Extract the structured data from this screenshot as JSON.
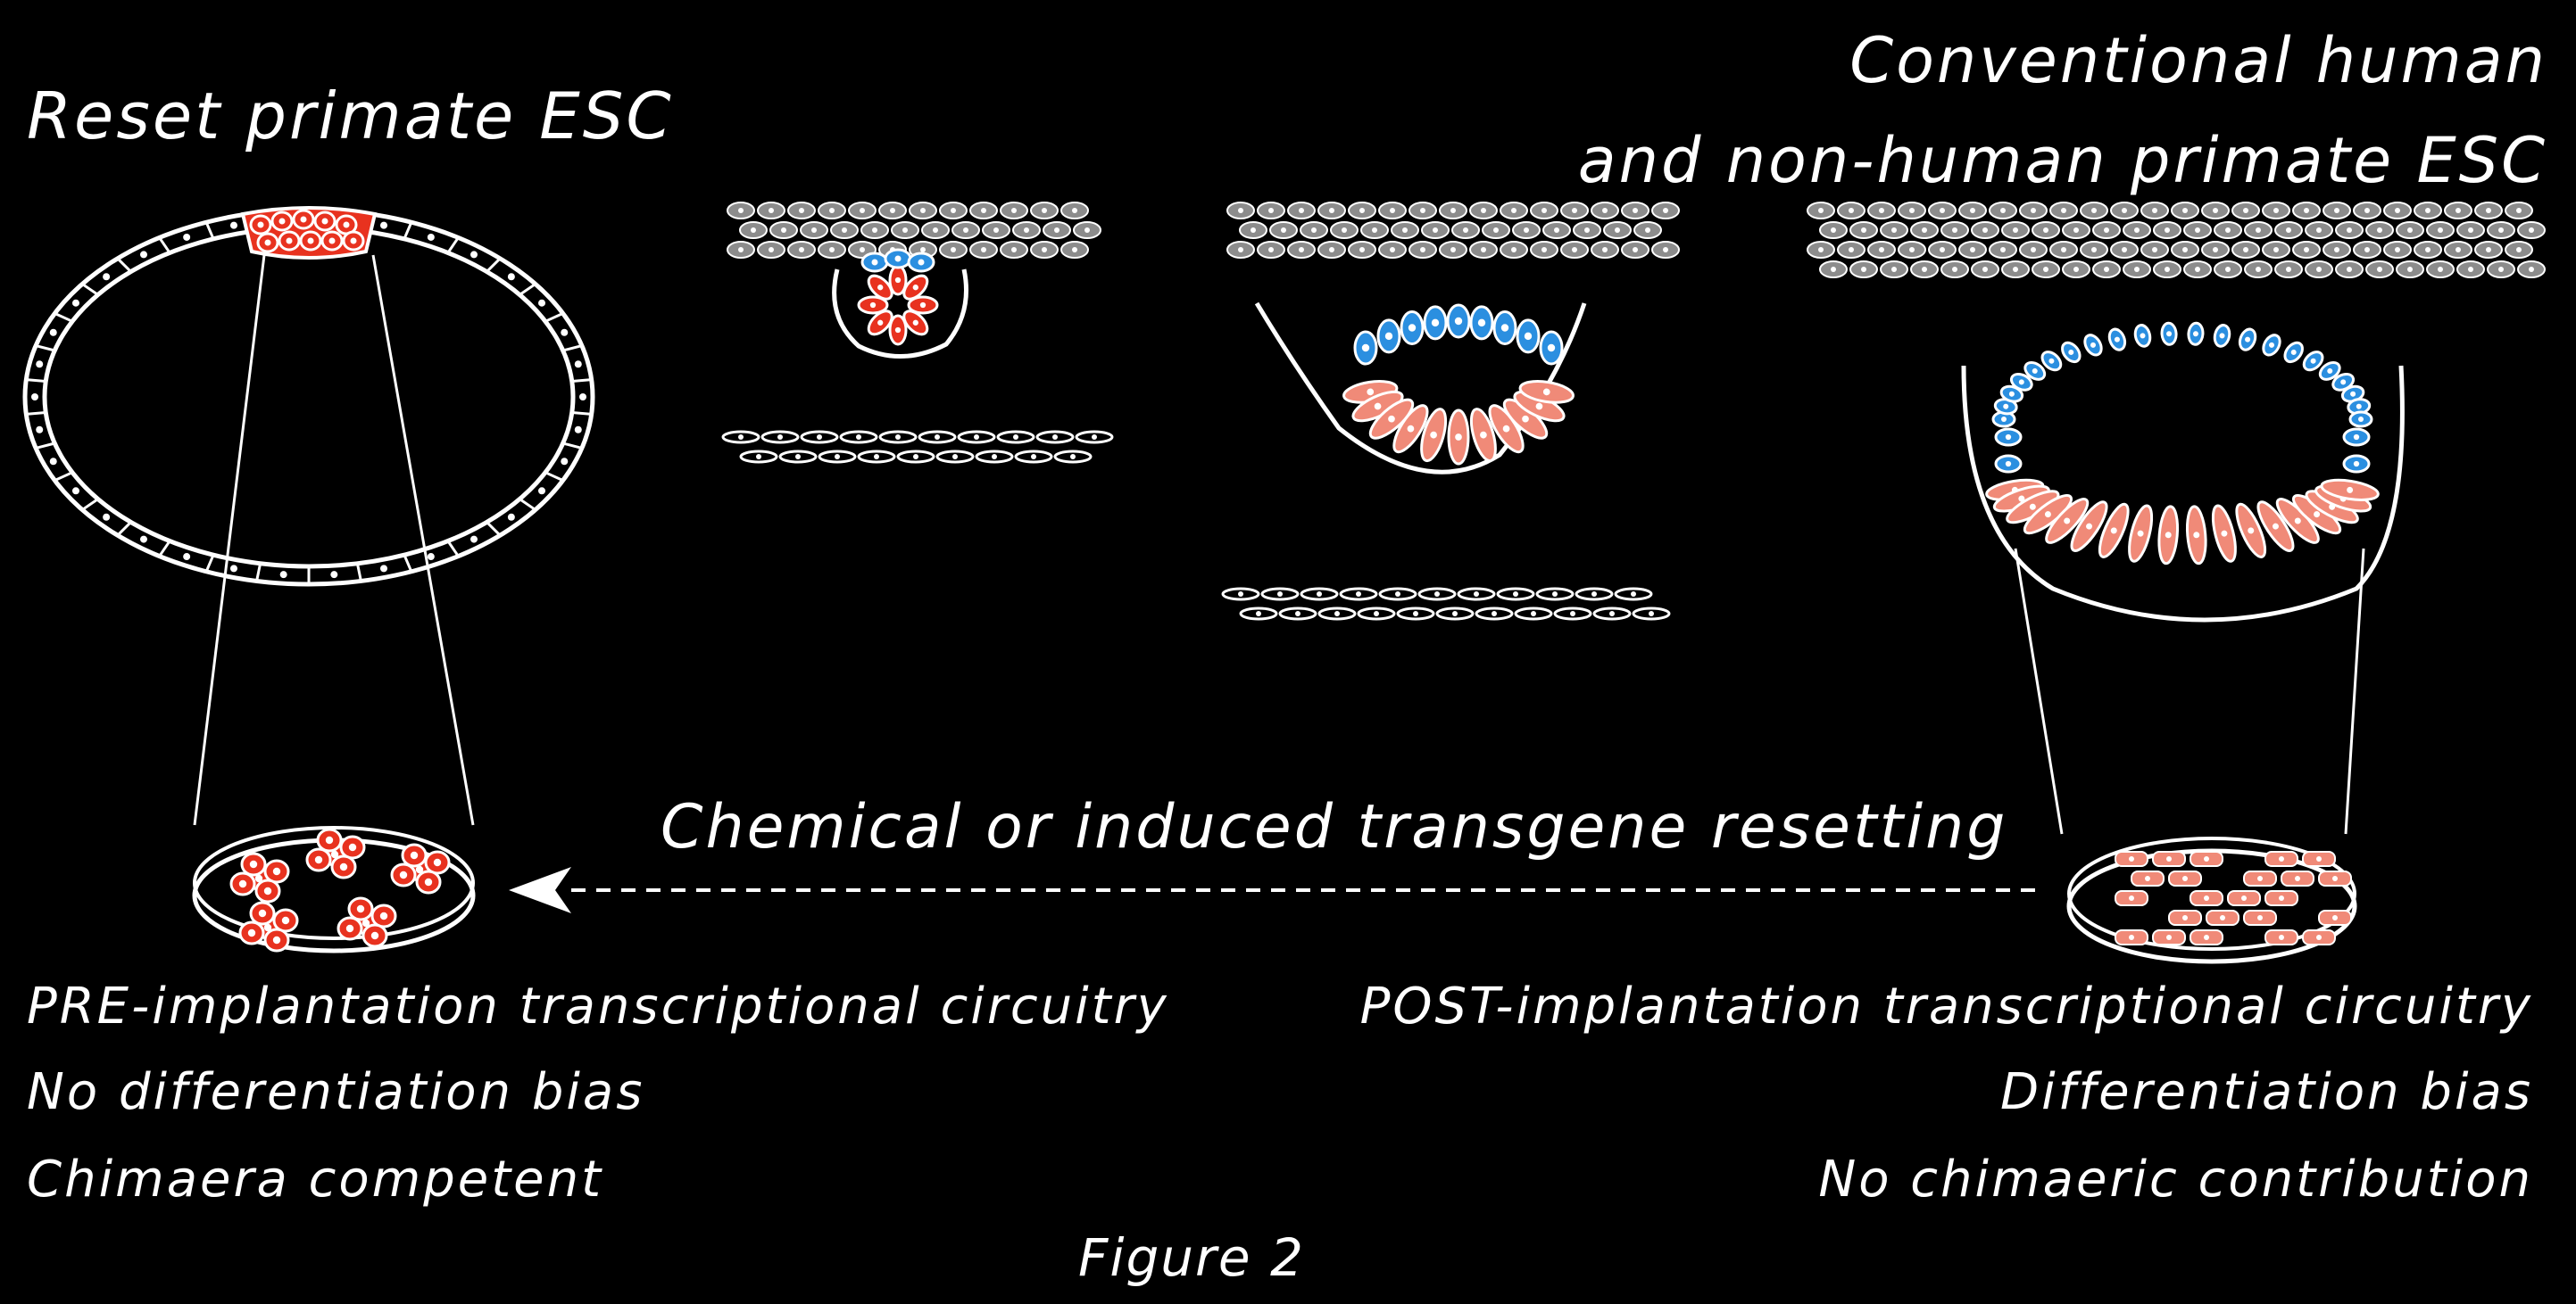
{
  "labels": {
    "left_title": "Reset primate ESC",
    "right_title_line1": "Conventional human",
    "right_title_line2": "and non-human primate ESC",
    "arrow_label": "Chemical or induced transgene resetting",
    "left_lines": [
      "PRE-implantation transcriptional circuitry",
      "No differentiation bias",
      "Chimaera competent"
    ],
    "right_lines": [
      "POST-implantation transcriptional circuitry",
      "Differentiation bias",
      "No chimaeric contribution"
    ],
    "figure_caption": "Figure 2"
  },
  "colors": {
    "background": "#000000",
    "outline": "#ffffff",
    "naive_epiblast": "#e8321f",
    "primed_epiblast": "#f08a78",
    "hypoblast": "#2b8fe0",
    "trophoblast": "#8c8c8c"
  }
}
